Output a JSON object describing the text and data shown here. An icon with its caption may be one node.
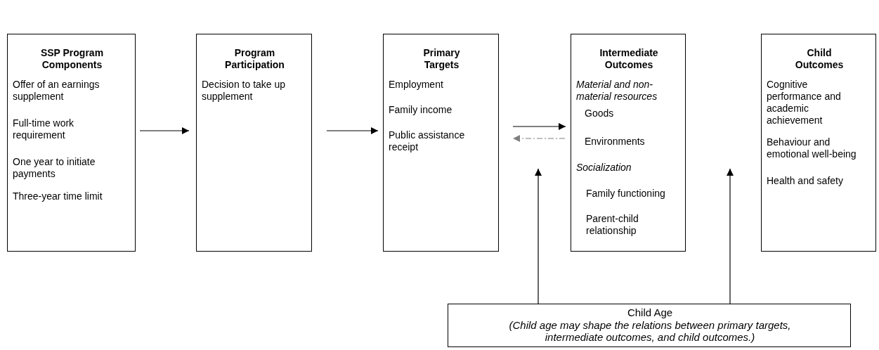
{
  "diagram": {
    "nodes": [
      {
        "text": [
          "SSP Program Components",
          "Offer of an earnings supplement",
          "Full-time work requirement",
          "One year to initiate payments",
          "Three-year time limit"
        ]
      },
      {
        "text": [
          "Program Participation",
          "Decision to take up supplement"
        ]
      },
      {
        "text": [
          "Primary Targets",
          "Employment",
          "Family income",
          "Public assistance receipt"
        ]
      },
      {
        "text": [
          "Intermediate Outcomes",
          "Material and non-material resources",
          "Goods",
          "Environments",
          "Socialization",
          "Family functioning",
          "Parent-child relationship"
        ]
      },
      {
        "text": [
          "Child Outcomes",
          "Cognitive performance and academic achievement",
          "Behaviour and emotional well-being",
          "Health and safety"
        ]
      },
      {
        "text": [
          "Child Age",
          "(Child age may shape the relations between primary targets, intermediate outcomes, and child outcomes.)"
        ]
      }
    ],
    "edges": [
      {
        "from": 0,
        "to": 1,
        "arrow": "to"
      },
      {
        "from": 1,
        "to": 2,
        "arrow": "to"
      },
      {
        "from": 2,
        "to": 3,
        "arrow": "to"
      },
      {
        "from": 3,
        "to": 2,
        "arrow": "to",
        "style": "dashed",
        "color": "#808080"
      },
      {
        "from": 5,
        "to": null,
        "arrow": "to"
      },
      {
        "from": 5,
        "to": null,
        "arrow": "to"
      }
    ]
  }
}
